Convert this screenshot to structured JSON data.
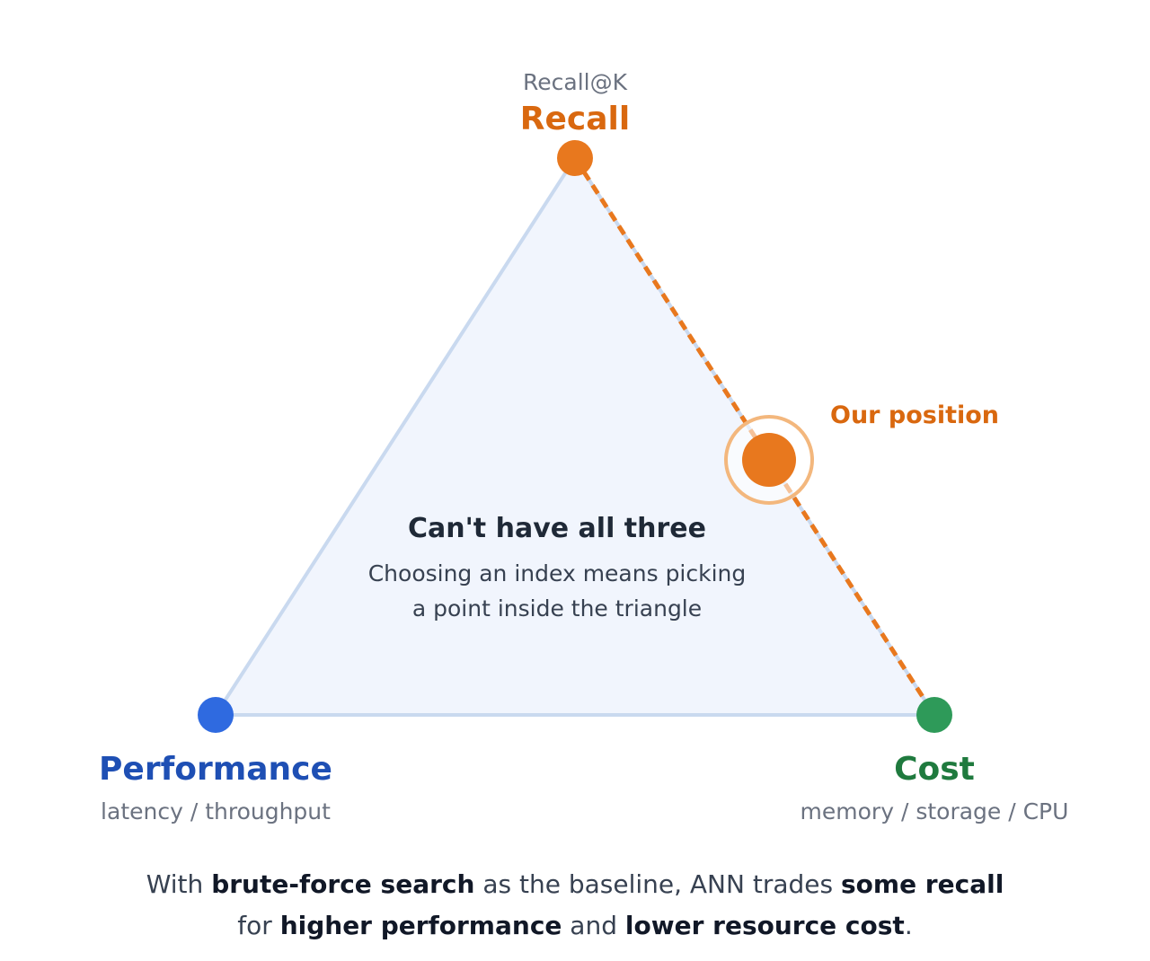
{
  "colors": {
    "recall": "#e8781e",
    "performance": "#2f6ae0",
    "performance_label": "#1e4fb4",
    "cost": "#2e9a59",
    "cost_label": "#1f7a3e",
    "triangle_fill": "#f1f5fd",
    "triangle_edge": "#c9d9ef",
    "position_ring": "#f3b77d"
  },
  "vertices": {
    "recall": {
      "label": "Recall",
      "sublabel": "Recall@K"
    },
    "performance": {
      "label": "Performance",
      "sublabel": "latency / throughput"
    },
    "cost": {
      "label": "Cost",
      "sublabel": "memory / storage / CPU"
    }
  },
  "center": {
    "title": "Can't have all three",
    "line1": "Choosing an index means picking",
    "line2": "a point inside the triangle"
  },
  "position": {
    "label": "Our position",
    "edge": "recall-cost"
  },
  "caption": {
    "p1": "With ",
    "b1": "brute-force search",
    "p2": " as the baseline, ANN trades ",
    "b2": "some recall",
    "p3": "for ",
    "b3": "higher performance",
    "p4": " and ",
    "b4": "lower resource cost",
    "p5": "."
  }
}
